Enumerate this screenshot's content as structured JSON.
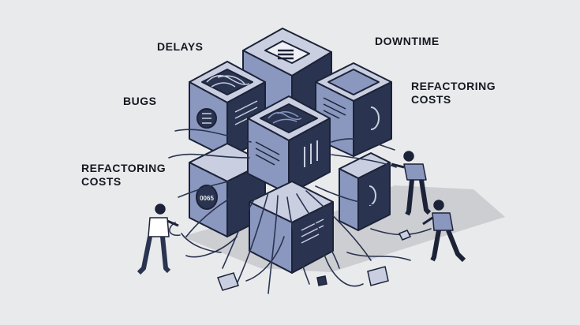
{
  "labels": {
    "delays": "DELAYS",
    "downtime": "DOWNTIME",
    "bugs": "BUGS",
    "refactoring_right": "REFACTORING\nCOSTS",
    "refactoring_left": "REFACTORING\nCOSTS"
  },
  "server_badge": "0065",
  "colors": {
    "background": "#e9eaec",
    "box_front": "#8a97bf",
    "box_side": "#2a3450",
    "box_top": "#c9cfe0",
    "outline": "#1c2338",
    "shadow": "#c5c7cc",
    "text": "#141820"
  }
}
